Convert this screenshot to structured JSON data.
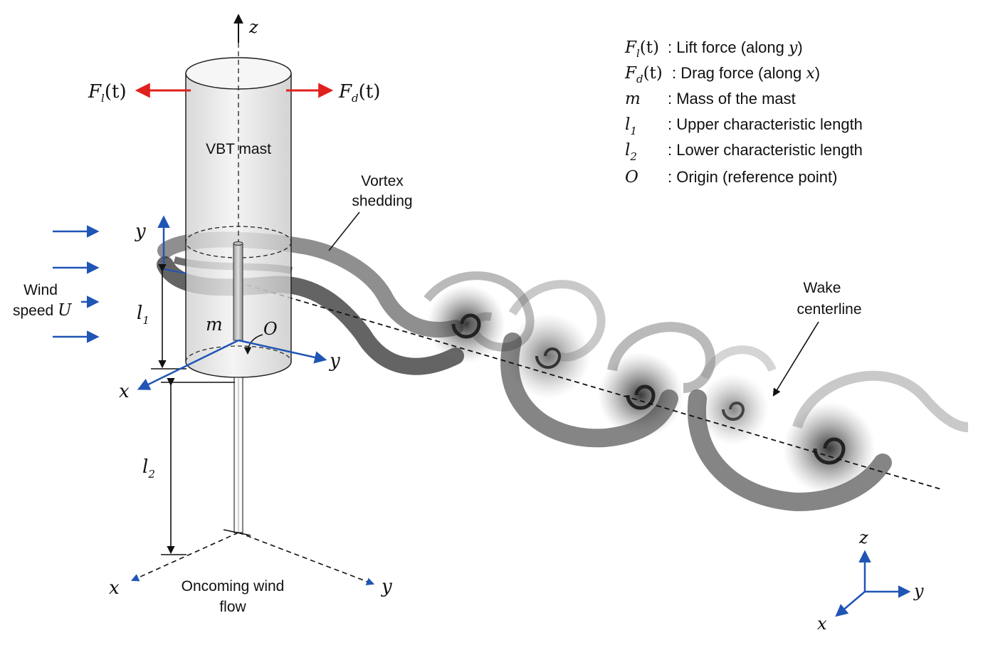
{
  "colors": {
    "axis_blue": "#1f55b5",
    "force_red": "#e0201c",
    "wake_dark": "#2a2a2a",
    "mast_fill": "#e6e6e6"
  },
  "labels": {
    "z_axis": "z",
    "lift_force": "F",
    "lift_sub": "l",
    "lift_arg": "(t)",
    "drag_force": "F",
    "drag_sub": "d",
    "drag_arg": "(t)",
    "mast": "VBT mast",
    "vortex_line1": "Vortex",
    "vortex_line2": "shedding",
    "y_local": "y",
    "wind_line1": "Wind",
    "wind_line2": "speed",
    "wind_symbol": "U",
    "l1": "l",
    "l1_sub": "1",
    "mass": "m",
    "origin": "O",
    "y_mid": "y",
    "x_mid": "x",
    "l2": "l",
    "l2_sub": "2",
    "x_ground": "x",
    "y_ground": "y",
    "oncoming_line1": "Oncoming wind",
    "oncoming_line2": "flow",
    "wake_line1": "Wake",
    "wake_line2": "centerline",
    "triad_z": "z",
    "triad_y": "y",
    "triad_x": "x"
  },
  "legend": [
    {
      "sym": "F",
      "sub": "l",
      "arg": "(t)",
      "sep": " : ",
      "text": "Lift force (along ",
      "axis": "y",
      "close": ")"
    },
    {
      "sym": "F",
      "sub": "d",
      "arg": "(t)",
      "sep": ": ",
      "text": "Drag force (along ",
      "axis": "x",
      "close": ")"
    },
    {
      "sym": "m",
      "sub": "",
      "arg": "",
      "sep": ": ",
      "text": "Mass of the mast",
      "axis": "",
      "close": ""
    },
    {
      "sym": "l",
      "sub": "1",
      "arg": "",
      "sep": ": ",
      "text": "Upper characteristic length",
      "axis": "",
      "close": ""
    },
    {
      "sym": "l",
      "sub": "2",
      "arg": "",
      "sep": ": ",
      "text": "Lower characteristic length",
      "axis": "",
      "close": ""
    },
    {
      "sym": "O",
      "sub": "",
      "arg": "",
      "sep": ": ",
      "text": "Origin (reference point)",
      "axis": "",
      "close": ""
    }
  ]
}
